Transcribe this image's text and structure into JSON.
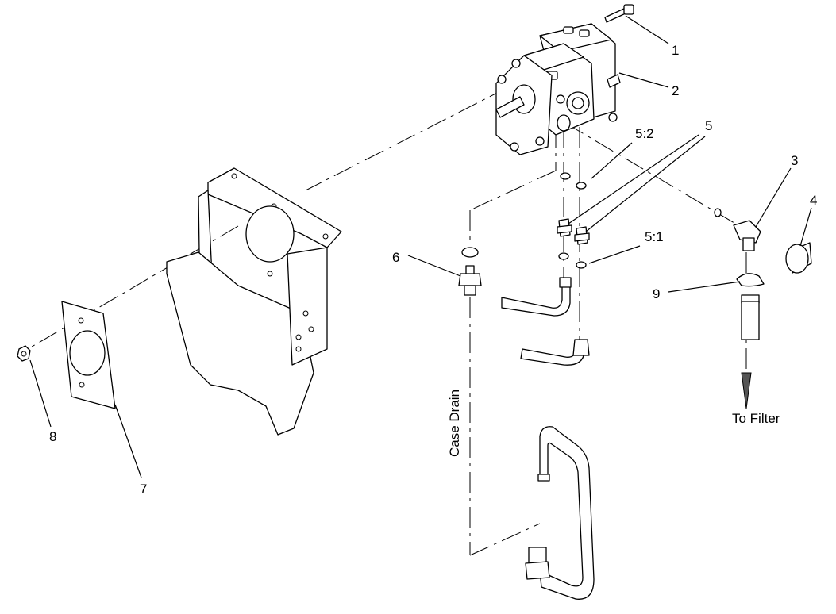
{
  "callouts": {
    "c1": "1",
    "c2": "2",
    "c3": "3",
    "c4": "4",
    "c5": "5",
    "c5_1": "5:1",
    "c5_2": "5:2",
    "c6": "6",
    "c7": "7",
    "c8": "8",
    "c9": "9"
  },
  "annotations": {
    "to_filter": "To Filter",
    "case_drain": "Case  Drain"
  }
}
